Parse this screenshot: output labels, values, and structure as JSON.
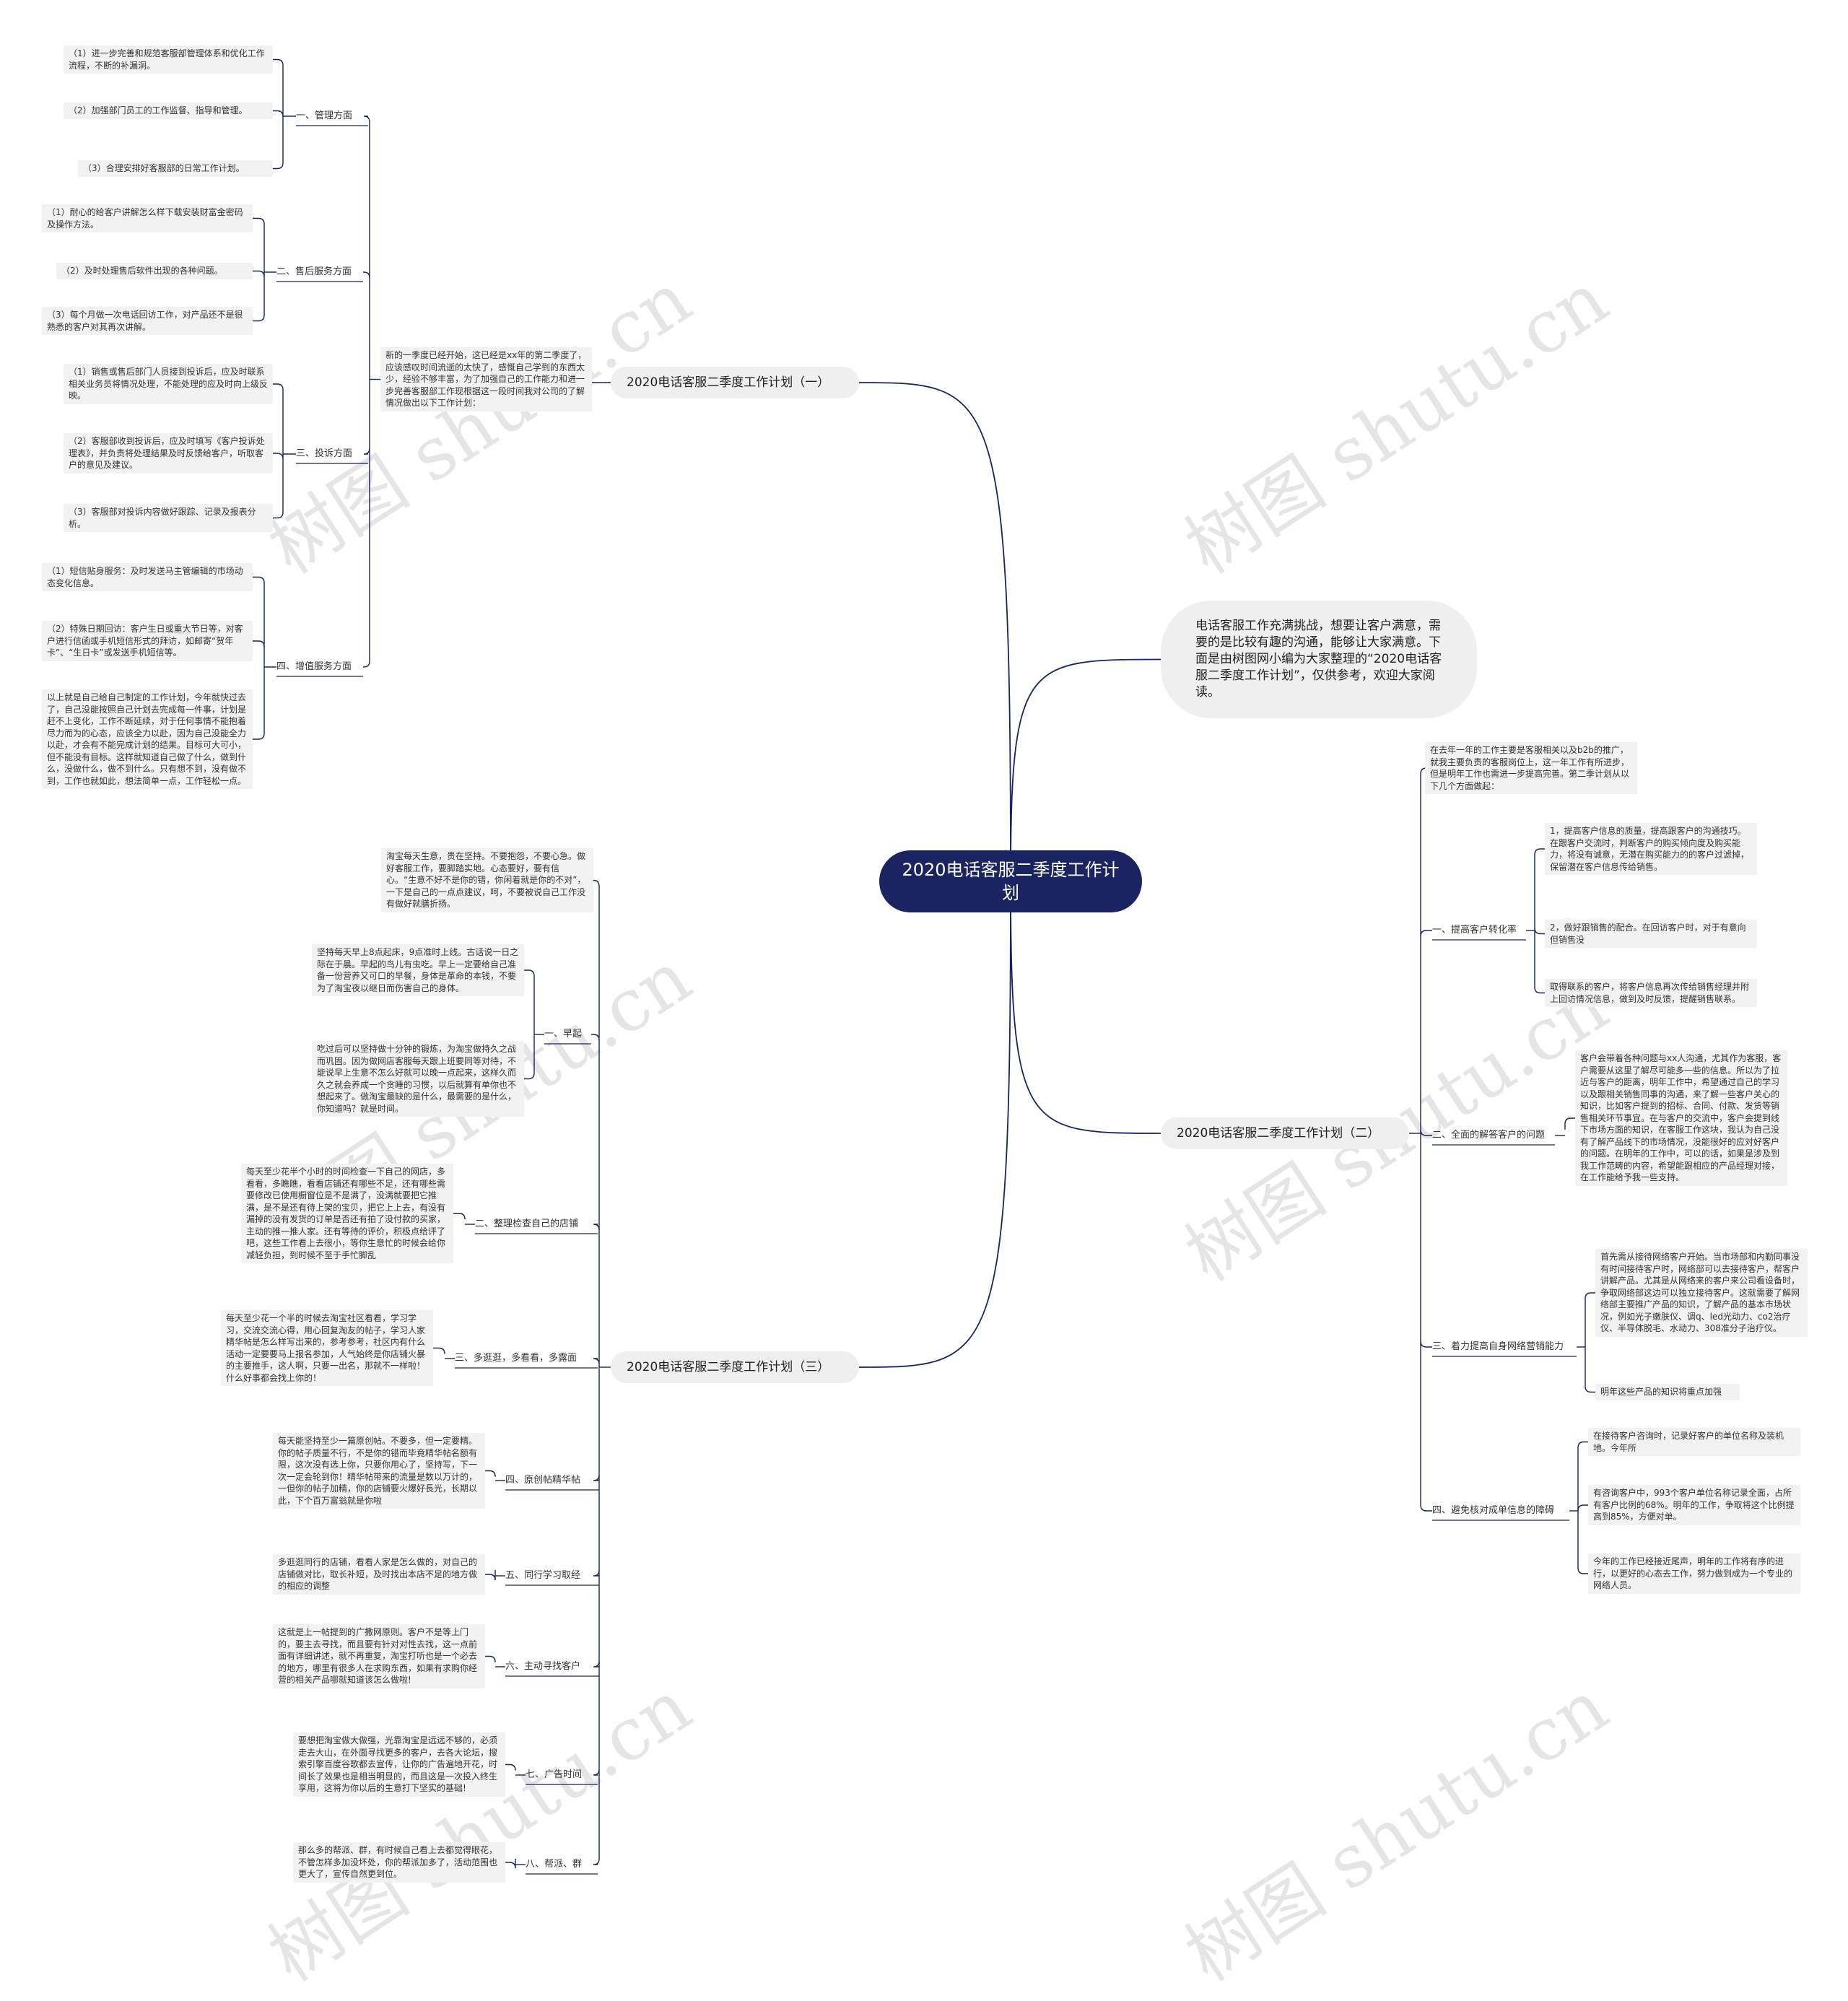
{
  "root": "2020电话客服二季度工作计划",
  "intro": "电话客服工作充满挑战，想要让客户满意，需要的是比较有趣的沟通，能够让大家满意。下面是由树图网小编为大家整理的“2020电话客服二季度工作计划”，仅供参考，欢迎大家阅读。",
  "watermark": "树图 shutu.cn",
  "plan1": {
    "title": "2020电话客服二季度工作计划（一）",
    "summary": "新的一季度已经开始，这已经是xx年的第二季度了，应该感叹时间流逝的太快了，感慨自己学到的东西太少，经验不够丰富，为了加强自己的工作能力和进一步完善客服部工作现根据这一段时间我对公司的了解情况做出以下工作计划：",
    "sections": [
      {
        "label": "一、管理方面",
        "items": [
          "（1）进一步完善和规范客服部管理体系和优化工作流程，不断的补漏洞。",
          "（2）加强部门员工的工作监督、指导和管理。",
          "（3）合理安排好客服部的日常工作计划。"
        ]
      },
      {
        "label": "二、售后服务方面",
        "items": [
          "（1）耐心的给客户讲解怎么样下载安装财富金密码及操作方法。",
          "（2）及时处理售后软件出现的各种问题。",
          "（3）每个月做一次电话回访工作，对产品还不是很熟悉的客户对其再次讲解。"
        ]
      },
      {
        "label": "三、投诉方面",
        "items": [
          "（1）销售或售后部门人员接到投诉后，应及时联系相关业务员将情况处理，不能处理的应及时向上级反映。",
          "（2）客服部收到投诉后，应及时填写《客户投诉处理表》，并负责将处理结果及时反馈给客户，听取客户的意见及建议。",
          "（3）客服部对投诉内容做好跟踪、记录及报表分析。"
        ]
      },
      {
        "label": "四、增值服务方面",
        "items": [
          "（1）短信贴身服务：及时发送马主管编辑的市场动态变化信息。",
          "（2）特殊日期回访：客户生日或重大节日等，对客户进行信函或手机短信形式的拜访，如邮寄“贺年卡”、“生日卡”或发送手机短信等。",
          "以上就是自己给自己制定的工作计划，今年就快过去了，自己没能按照自己计划去完成每一件事，计划是赶不上变化，工作不断延续，对于任何事情不能抱着尽力而为的心态，应该全力以赴，因为自己没能全力以赴，才会有不能完成计划的结果。目标可大可小，但不能没有目标。这样就知道自己做了什么，做到什么，没做什么，做不到什么。只有想不到，没有做不到，工作也就如此，想法简单一点，工作轻松一点。"
        ]
      }
    ]
  },
  "plan2": {
    "title": "2020电话客服二季度工作计划（二）",
    "summary": "在去年一年的工作主要是客服相关以及b2b的推广，就我主要负责的客服岗位上，这一年工作有所进步，但是明年工作也需进一步提高完善。第二季计划从以下几个方面做起：",
    "sections": [
      {
        "label": "一、提高客户转化率",
        "items": [
          "1，提高客户信息的质量，提高跟客户的沟通技巧。在跟客户交流时，判断客户的购买倾向度及购买能力，将没有诚意，无潜在购买能力的的客户过滤掉，保留潜在客户信息传给销售。",
          "2，做好跟销售的配合。在回访客户时，对于有意向但销售没",
          "取得联系的客户，将客户信息再次传给销售经理并附上回访情况信息，做到及时反馈，提醒销售联系。"
        ]
      },
      {
        "label": "二、全面的解答客户的问题",
        "items": [
          "客户会带着各种问题与xx人沟通，尤其作为客服，客户需要从这里了解尽可能多一些的信息。所以为了拉近与客户的距离，明年工作中，希望通过自己的学习以及跟相关销售同事的沟通，来了解一些客户关心的知识，比如客户提到的招标、合同、付款、发货等销售相关环节事宜。在与客户的交流中，客户会提到线下市场方面的知识，在客服工作这块，我认为自己没有了解产品线下的市场情况，没能很好的应对好客户的问题。在明年的工作中，可以的话，如果是涉及到我工作范畴的内容，希望能跟相应的产品经理对接，在工作能给予我一些支持。"
        ]
      },
      {
        "label": "三、着力提高自身网络营销能力",
        "items": [
          "首先需从接待网络客户开始。当市场部和内勤同事没有时间接待客户时，网络部可以去接待客户，帮客户讲解产品。尤其是从网络来的客户来公司看设备时，争取网络部这边可以独立接待客户。这就需要了解网络部主要推广产品的知识，了解产品的基本市场状况，例如光子嫩肤仪、调q、led光动力、co2治疗仪、半导体脱毛、水动力、308准分子治疗仪。",
          "明年这些产品的知识将重点加强"
        ]
      },
      {
        "label": "四、避免核对成单信息的障碍",
        "items": [
          "在接待客户咨询时，记录好客户的单位名称及装机地。今年所",
          "有咨询客户中，993个客户单位名称记录全面，占所有客户比例的68%。明年的工作，争取将这个比例提高到85%，方便对单。",
          "今年的工作已经接近尾声，明年的工作将有序的进行，以更好的心态去工作，努力做到成为一个专业的网络人员。"
        ]
      }
    ]
  },
  "plan3": {
    "title": "2020电话客服二季度工作计划（三）",
    "summary": "淘宝每天生意，贵在坚持。不要抱怨，不要心急。做好客服工作，要脚踏实地。心态要好，要有信心。“生意不好不是你的错，你闲着就是你的不对”，一下是自己的一点点建议，呵，不要被说自己工作没有做好就膳折扬。",
    "sections": [
      {
        "label": "一、早起",
        "items": [
          "坚持每天早上8点起床，9点准时上线。古话说一日之际在于晨。早起的鸟儿有虫吃。早上一定要给自己准备一份营养又可口的早餐，身体是革命的本钱，不要为了淘宝夜以继日而伤害自己的身体。",
          "吃过后可以坚持做十分钟的锻炼，为淘宝做持久之战而巩固。因为做网店客服每天跟上班要同等对待，不能说早上生意不怎么好就可以晚一点起来，这样久而久之就会养成一个贪睡的习惯，以后就算有单你也不想起来了。做淘宝最缺的是什么，最需要的是什么，你知道吗？就是时间。"
        ]
      },
      {
        "label": "二、整理检查自己的店铺",
        "items": [
          "每天至少花半个小时的时间检查一下自己的网店，多看看，多瞧瞧，看看店铺还有哪些不足，还有哪些需要修改已使用橱窗位是不是满了，没满就要把它推满，是不是还有待上架的宝贝，把它上上去，有没有漏掉的没有发货的订单是否还有拍了没付款的买家，主动的推一推人家。还有等待的评价，积极点给评了吧，这些工作看上去很小，等你生意忙的时候会给你减轻负担，到时候不至于手忙脚乱"
        ]
      },
      {
        "label": "三、多逛逛，多看看，多露面",
        "items": [
          "每天至少花一个半的时候去淘宝社区看看，学习学习，交流交流心得，用心回复淘友的帖子，学习人家精华帖是怎么样写出来的，参考参考，社区内有什么活动一定要要马上报名参加，人气始终是你店铺火暴的主要推手，这人啊，只要一出名，那就不一样啦！什么好事都会找上你的！"
        ]
      },
      {
        "label": "四、原创帖精华帖",
        "items": [
          "每天能坚持至少一篇原创帖。不要多，但一定要精。你的帖子质量不行，不是你的错而毕竟精华帖名额有限，这次没有选上你，只要你用心了，坚持写，下一次一定会轮到你！精华帖带来的流量是数以万计的，一但你的帖子加精，你的店铺要火爆好長光，长期以此，下个百万富翁就是你啦"
        ]
      },
      {
        "label": "五、同行学习取经",
        "items": [
          "多逛逛同行的店铺，看看人家是怎么做的，对自己的店铺做对比，取长补短，及时找出本店不足的地方做的相应的调整"
        ]
      },
      {
        "label": "六、主动寻找客户",
        "items": [
          "这就是上一帖提到的广撒网原则。客户不是等上门的，要主去寻找，而且要有针对对性去找，这一点前面有详细讲述，就不再重复，淘宝打听也是一个必去的地方，哪里有很多人在求购东西，如果有求购你经营的相关产品哪就知道该怎么做啦!"
        ]
      },
      {
        "label": "七、广告时间",
        "items": [
          "要想把淘宝做大做强，光靠淘宝是远远不够的，必须走去大山，在外面寻找更多的客户，去各大论坛，搜索引擎百度谷歌都去宣传，让你的广告遍地开花，时间长了效果也是相当明显的，而且这是一次投入终生享用，这将为你以后的生意打下坚实的基础!"
        ]
      },
      {
        "label": "八、帮派、群",
        "items": [
          "那么多的帮派、群，有时候自己看上去都觉得眼花，不管怎样多加没坏处，你的帮派加多了，活动范围也更大了，宣传自然更到位。"
        ]
      }
    ]
  },
  "colors": {
    "root_bg": "#1b2360",
    "line": "#1b2360",
    "node_bg": "#efefef",
    "leaf_bg": "#f2f2f2"
  }
}
